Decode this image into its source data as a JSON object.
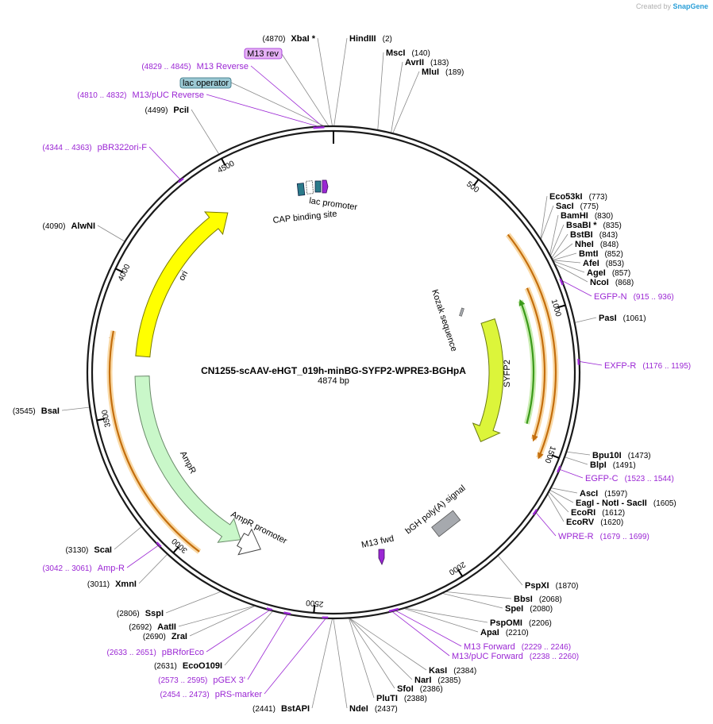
{
  "credit": {
    "prefix": "Created by",
    "brand": "SnapGene"
  },
  "plasmid": {
    "name": "CN1255-scAAV-eHGT_019h-minBG-SYFP2-WPRE3-BGHpA",
    "size": "4874 bp"
  },
  "ticks": [
    "500",
    "1000",
    "1500",
    "2000",
    "2500",
    "3000",
    "3500",
    "4000",
    "4500"
  ],
  "enzymes": [
    {
      "name": "XbaI *",
      "pos": "(4870)"
    },
    {
      "name": "HindIII",
      "pos": "(2)"
    },
    {
      "name": "MscI",
      "pos": "(140)"
    },
    {
      "name": "AvrII",
      "pos": "(183)"
    },
    {
      "name": "MluI",
      "pos": "(189)"
    },
    {
      "name": "PciI",
      "pos": "(4499)"
    },
    {
      "name": "Eco53kI",
      "pos": "(773)"
    },
    {
      "name": "SacI",
      "pos": "(775)"
    },
    {
      "name": "BamHI",
      "pos": "(830)"
    },
    {
      "name": "BsaBI *",
      "pos": "(835)"
    },
    {
      "name": "BstBI",
      "pos": "(843)"
    },
    {
      "name": "NheI",
      "pos": "(848)"
    },
    {
      "name": "BmtI",
      "pos": "(852)"
    },
    {
      "name": "AfeI",
      "pos": "(853)"
    },
    {
      "name": "AgeI",
      "pos": "(857)"
    },
    {
      "name": "NcoI",
      "pos": "(868)"
    },
    {
      "name": "AlwNI",
      "pos": "(4090)"
    },
    {
      "name": "PasI",
      "pos": "(1061)"
    },
    {
      "name": "BsaI",
      "pos": "(3545)"
    },
    {
      "name": "Bpu10I",
      "pos": "(1473)"
    },
    {
      "name": "BlpI",
      "pos": "(1491)"
    },
    {
      "name": "AscI",
      "pos": "(1597)"
    },
    {
      "name": "EagI - NotI - SacII",
      "pos": "(1605)"
    },
    {
      "name": "EcoRI",
      "pos": "(1612)"
    },
    {
      "name": "EcoRV",
      "pos": "(1620)"
    },
    {
      "name": "ScaI",
      "pos": "(3130)"
    },
    {
      "name": "XmnI",
      "pos": "(3011)"
    },
    {
      "name": "PspXI",
      "pos": "(1870)"
    },
    {
      "name": "BbsI",
      "pos": "(2068)"
    },
    {
      "name": "SpeI",
      "pos": "(2080)"
    },
    {
      "name": "PspOMI",
      "pos": "(2206)"
    },
    {
      "name": "ApaI",
      "pos": "(2210)"
    },
    {
      "name": "SspI",
      "pos": "(2806)"
    },
    {
      "name": "AatII",
      "pos": "(2692)"
    },
    {
      "name": "ZraI",
      "pos": "(2690)"
    },
    {
      "name": "EcoO109I",
      "pos": "(2631)"
    },
    {
      "name": "KasI",
      "pos": "(2384)"
    },
    {
      "name": "NarI",
      "pos": "(2385)"
    },
    {
      "name": "SfoI",
      "pos": "(2386)"
    },
    {
      "name": "PluTI",
      "pos": "(2388)"
    },
    {
      "name": "BstAPI",
      "pos": "(2441)"
    },
    {
      "name": "NdeI",
      "pos": "(2437)"
    }
  ],
  "primers": [
    {
      "name": "M13 rev",
      "pos": ""
    },
    {
      "name": "M13 Reverse",
      "pos": "(4829 .. 4845)"
    },
    {
      "name": "lac operator",
      "pos": ""
    },
    {
      "name": "M13/pUC Reverse",
      "pos": "(4810 .. 4832)"
    },
    {
      "name": "pBR322ori-F",
      "pos": "(4344 .. 4363)"
    },
    {
      "name": "EGFP-N",
      "pos": "(915 .. 936)"
    },
    {
      "name": "EXFP-R",
      "pos": "(1176 .. 1195)"
    },
    {
      "name": "EGFP-C",
      "pos": "(1523 .. 1544)"
    },
    {
      "name": "WPRE-R",
      "pos": "(1679 .. 1699)"
    },
    {
      "name": "Amp-R",
      "pos": "(3042 .. 3061)"
    },
    {
      "name": "M13 Forward",
      "pos": "(2229 .. 2246)"
    },
    {
      "name": "M13/pUC Forward",
      "pos": "(2238 .. 2260)"
    },
    {
      "name": "pBRforEco",
      "pos": "(2633 .. 2651)"
    },
    {
      "name": "pGEX 3'",
      "pos": "(2573 .. 2595)"
    },
    {
      "name": "pRS-marker",
      "pos": "(2454 .. 2473)"
    }
  ],
  "features": {
    "ori": "ori",
    "ampr": "AmpR",
    "ampr_promoter": "AmpR promoter",
    "syfp2": "SYFP2",
    "kozak": "Kozak sequence",
    "bgh": "bGH poly(A) signal",
    "m13fwd": "M13 fwd",
    "lac_promoter": "lac promoter",
    "cap": "CAP binding site"
  },
  "colors": {
    "backbone": "#1a1a1a",
    "primer": "#9b27d4",
    "ori": "#ffff00",
    "ampr": "#c9f7c9",
    "syfp2": "#dcf53a",
    "orf": "#c46e0d",
    "orf_glow": "#f9d9a6",
    "green_orf": "#3b9a1a",
    "bgh": "#a6a9ae",
    "cap": "#2a7a8a",
    "lac_op_box": "#9cc9d4",
    "m13rev_box": "#e5b1f5"
  }
}
